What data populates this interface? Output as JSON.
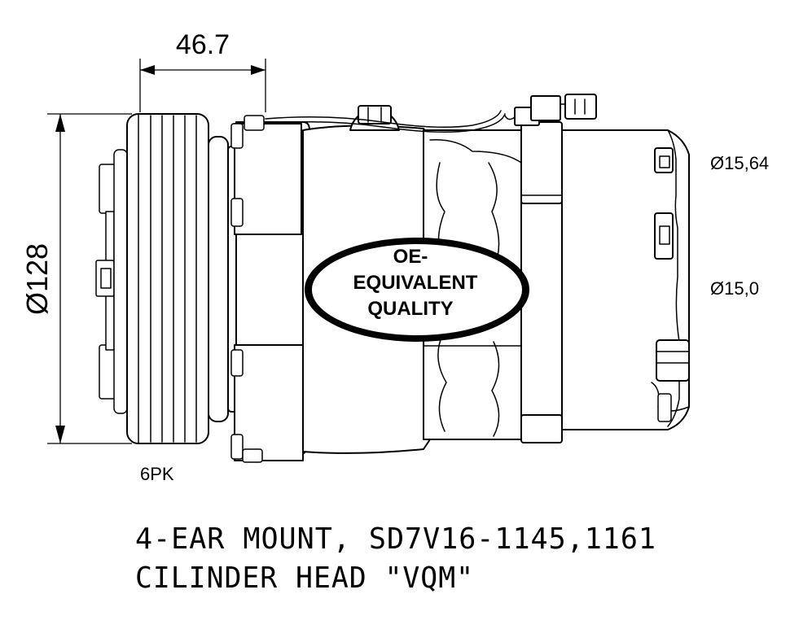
{
  "dimensions": {
    "pulley_width": "46.7",
    "pulley_diameter": "Ø128",
    "port_top": "Ø15,64",
    "port_bottom": "Ø15,0"
  },
  "labels": {
    "belt_type": "6PK",
    "badge_line1": "OE-",
    "badge_line2": "EQUIVALENT",
    "badge_line3": "QUALITY"
  },
  "caption": {
    "line1": "4-EAR MOUNT, SD7V16-1145,1161",
    "line2": "CILINDER HEAD \"VQM\""
  }
}
